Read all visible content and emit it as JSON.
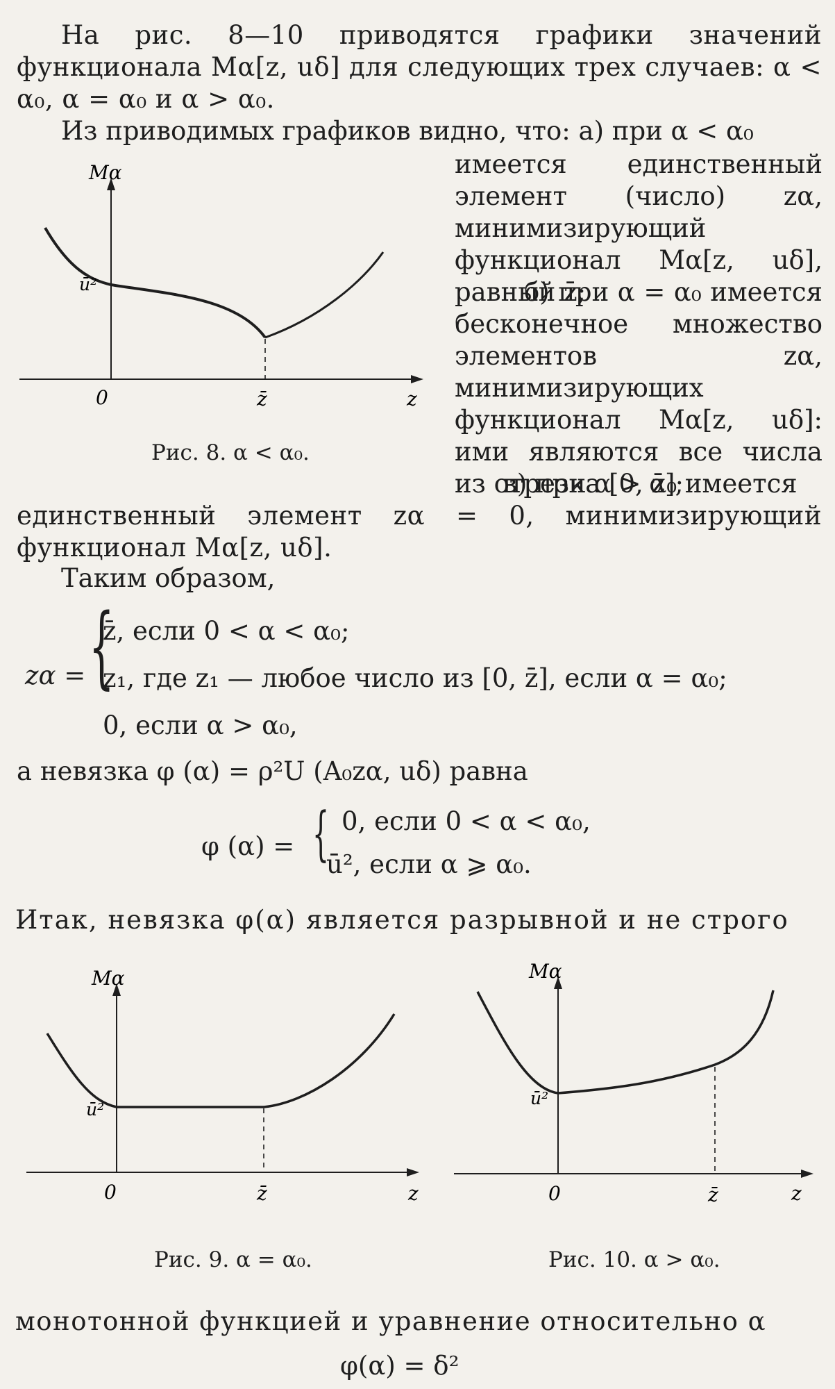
{
  "text": {
    "p1": "На рис. 8—10 приводятся графики значений функционала Mα[z, uδ] для следующих трех случаев: α < α₀, α = α₀ и α > α₀.",
    "p2_first": "Из приводимых графиков видно, что: а) при α < α₀",
    "col_a": "имеется единственный элемент (число) zα, минимизирующий функционал Mα[z, uδ], равный z̄;",
    "col_b": "б) при α = α₀ имеется бесконечное множество элементов zα, минимизирующих функционал Mα[z, uδ]: ими являются все числа из отрезка [0, z̄];",
    "col_c_first": "в) при α > α₀ имеется",
    "p3": "единственный элемент zα = 0, минимизирующий функционал Mα[z, uδ].",
    "p4": "Таким образом,",
    "case_lhs": "zα =",
    "case1": "z̄, если  0 < α < α₀;",
    "case2": "z₁,  где   z₁ — любое число из  [0, z̄], если  α = α₀;",
    "case3": "0,  если    α > α₀,",
    "p5": "а невязка  φ (α) = ρ²U (A₀zα, uδ)  равна",
    "phi_lhs": "φ (α) =",
    "phi1": "0, если  0 < α < α₀,",
    "phi2": "ū², если  α ⩾ α₀.",
    "p6": "Итак, невязка φ(α) является разрывной и не строго",
    "p7": "монотонной функцией и уравнение относительно α",
    "eq_last": "φ(α) = δ²"
  },
  "figures": {
    "fig8": {
      "caption": "Рис. 8. α < α₀.",
      "y_label": "Mα",
      "level_label": "ū²",
      "origin_label": "0",
      "zbar_label": "z̄",
      "x_label": "z"
    },
    "fig9": {
      "caption": "Рис. 9. α = α₀.",
      "y_label": "Mα",
      "level_label": "ū²",
      "origin_label": "0",
      "zbar_label": "z̄",
      "x_label": "z"
    },
    "fig10": {
      "caption": "Рис. 10. α > α₀.",
      "y_label": "Mα",
      "level_label": "ū²",
      "origin_label": "0",
      "zbar_label": "z̄",
      "x_label": "z"
    }
  },
  "colors": {
    "paper": "#f3f1ec",
    "ink": "#1e1e1e"
  }
}
